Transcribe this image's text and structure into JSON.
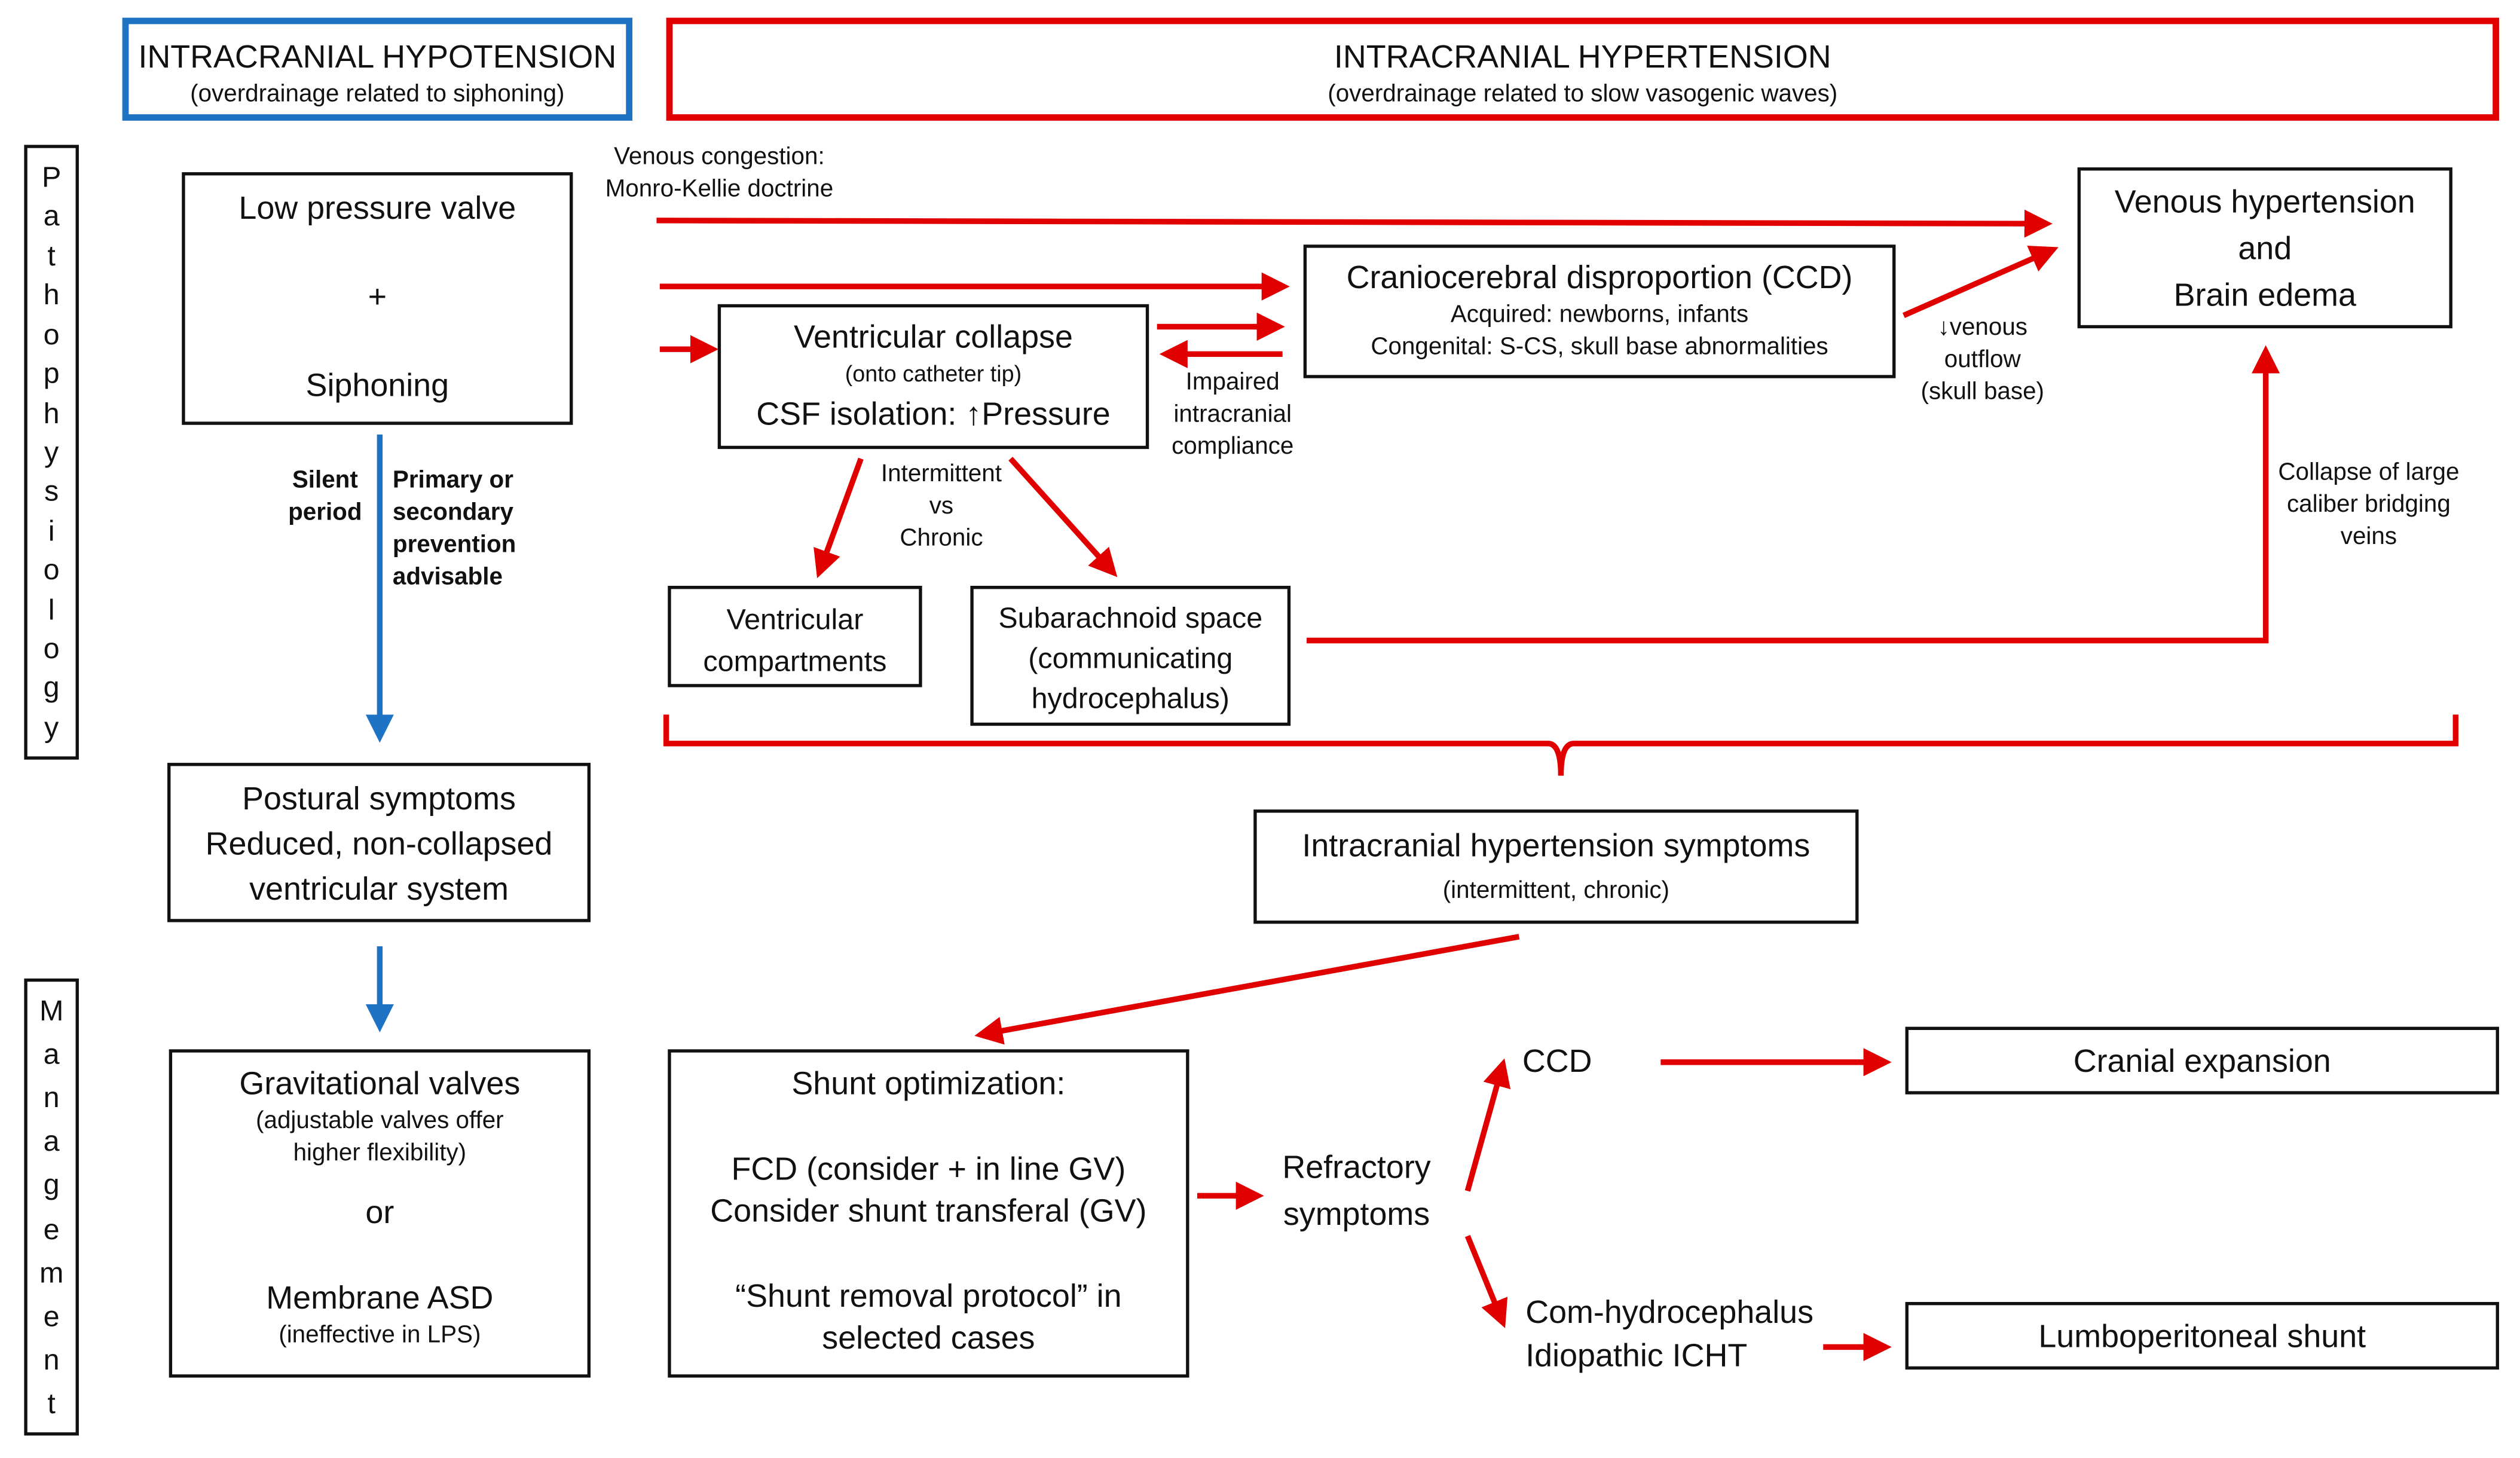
{
  "headers": {
    "hypotension": {
      "title": "INTRACRANIAL HYPOTENSION",
      "subtitle": "(overdrainage related to siphoning)",
      "color": "#1f73c4"
    },
    "hypertension": {
      "title": "INTRACRANIAL HYPERTENSION",
      "subtitle": "(overdrainage related to slow vasogenic waves)",
      "color": "#e00000"
    }
  },
  "side_labels": {
    "pathophysiology": "Pathophysiology",
    "management": "Management"
  },
  "nodes": {
    "low_pressure": {
      "line1": "Low pressure valve",
      "line2": "+",
      "line3": "Siphoning"
    },
    "ventricular_collapse": {
      "title": "Ventricular collapse",
      "sub": "(onto catheter tip)",
      "line2": "CSF isolation: ↑Pressure"
    },
    "ccd": {
      "title": "Craniocerebral disproportion (CCD)",
      "line2": "Acquired: newborns, infants",
      "line3": "Congenital: S-CS, skull base abnormalities"
    },
    "venous_hypertension": {
      "line1": "Venous hypertension",
      "line2": "and",
      "line3": "Brain edema"
    },
    "ventricular_compartments": {
      "line1": "Ventricular",
      "line2": "compartments"
    },
    "subarachnoid": {
      "line1": "Subarachnoid space",
      "line2": "(communicating",
      "line3": "hydrocephalus)"
    },
    "postural": {
      "line1": "Postural symptoms",
      "line2": "Reduced, non-collapsed",
      "line3": "ventricular system"
    },
    "ich_symptoms": {
      "title": "Intracranial hypertension symptoms",
      "sub": "(intermittent, chronic)"
    },
    "gravitational": {
      "title": "Gravitational valves",
      "sub1": "(adjustable valves offer",
      "sub2": "higher flexibility)",
      "or": "or",
      "membrane": "Membrane ASD",
      "sub3": "(ineffective in LPS)"
    },
    "shunt_opt": {
      "title": "Shunt optimization:",
      "line2": "FCD (consider + in line GV)",
      "line3": "Consider shunt transferal (GV)",
      "line4": "“Shunt removal protocol” in",
      "line5": "selected cases"
    },
    "cranial_expansion": {
      "label": "Cranial expansion"
    },
    "lumboperitoneal": {
      "label": "Lumboperitoneal shunt"
    }
  },
  "labels": {
    "venous_congestion": {
      "line1": "Venous congestion:",
      "line2": "Monro-Kellie doctrine"
    },
    "silent_period": {
      "line1": "Silent",
      "line2": "period"
    },
    "prevention": {
      "line1": "Primary or",
      "line2": "secondary",
      "line3": "prevention",
      "line4": "advisable"
    },
    "intermittent": {
      "line1": "Intermittent",
      "line2": "vs",
      "line3": "Chronic"
    },
    "impaired": {
      "line1": "Impaired",
      "line2": "intracranial",
      "line3": "compliance"
    },
    "venous_outflow": {
      "line1": "↓venous",
      "line2": "outflow",
      "line3": "(skull base)"
    },
    "collapse_veins": {
      "line1": "Collapse of large",
      "line2": "caliber bridging",
      "line3": "veins"
    },
    "refractory": {
      "line1": "Refractory",
      "line2": "symptoms"
    },
    "ccd_short": "CCD",
    "com_hydro": {
      "line1": "Com-hydrocephalus",
      "line2": "Idiopathic ICHT"
    }
  },
  "colors": {
    "red": "#e00000",
    "blue": "#1f73c4",
    "text": "#111111"
  }
}
